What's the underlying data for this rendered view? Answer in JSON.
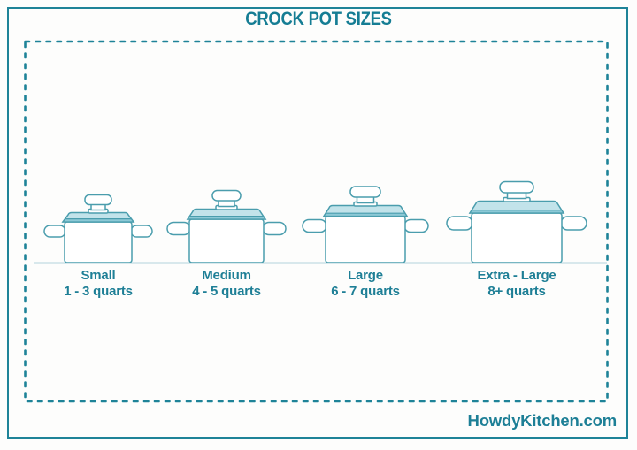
{
  "title": "CROCK POT SIZES",
  "pots": [
    {
      "name": "Small",
      "capacity": "1 - 3 quarts"
    },
    {
      "name": "Medium",
      "capacity": "4 - 5 quarts"
    },
    {
      "name": "Large",
      "capacity": "6 - 7 quarts"
    },
    {
      "name": "Extra - Large",
      "capacity": "8+ quarts"
    }
  ],
  "footer": {
    "website": "HowdyKitchen.com"
  },
  "colors": {
    "accent_teal": "#1E8398",
    "title_teal": "#157D94",
    "label_teal": "#1E7F96",
    "pot_outline": "#4A9DAD",
    "lid_fill": "#C2E3EA",
    "lid_rim": "#8CC9D6",
    "ground_line": "#6AACB9",
    "background": "#FDFDFC"
  }
}
